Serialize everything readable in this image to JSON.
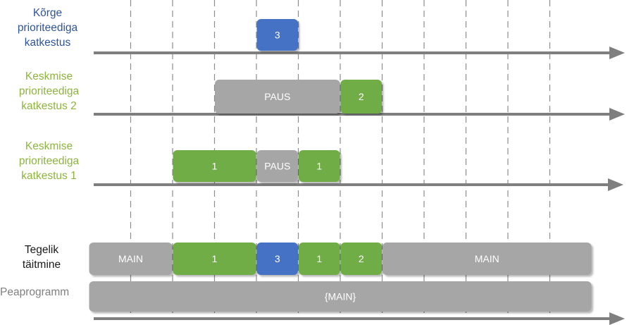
{
  "colors": {
    "high_label": "#2F5597",
    "mid_label": "#8DB43E",
    "dark_label": "#1a1a1a",
    "gray_label": "#7f7f7f",
    "blue_block": "#4472C4",
    "green_block": "#70AD47",
    "gray_block": "#A6A6A6",
    "axis": "#7f7f7f",
    "grid": "#8c8c8c"
  },
  "labels": {
    "high": [
      "Kõrge",
      "prioriteediga",
      "katkestus"
    ],
    "mid2": [
      "Keskmise",
      "prioriteediga",
      "katkestus 2"
    ],
    "mid1": [
      "Keskmise",
      "prioriteediga",
      "katkestus 1"
    ],
    "actual": [
      "Tegelik",
      "täitmine"
    ],
    "main": "Peaprogramm"
  },
  "rows": {
    "high": [
      {
        "label": "3",
        "color": "blue_block",
        "from": 4,
        "to": 5
      }
    ],
    "mid2": [
      {
        "label": "PAUS",
        "color": "gray_block",
        "from": 3,
        "to": 6
      },
      {
        "label": "2",
        "color": "green_block",
        "from": 6,
        "to": 7
      }
    ],
    "mid1": [
      {
        "label": "1",
        "color": "green_block",
        "from": 2,
        "to": 4
      },
      {
        "label": "PAUS",
        "color": "gray_block",
        "from": 4,
        "to": 5
      },
      {
        "label": "1",
        "color": "green_block",
        "from": 5,
        "to": 6
      }
    ],
    "actual": [
      {
        "label": "MAIN",
        "color": "gray_block",
        "from": 0,
        "to": 2
      },
      {
        "label": "1",
        "color": "green_block",
        "from": 2,
        "to": 4
      },
      {
        "label": "3",
        "color": "blue_block",
        "from": 4,
        "to": 5
      },
      {
        "label": "1",
        "color": "green_block",
        "from": 5,
        "to": 6
      },
      {
        "label": "2",
        "color": "green_block",
        "from": 6,
        "to": 7
      },
      {
        "label": "MAIN",
        "color": "gray_block",
        "from": 7,
        "to": 12
      }
    ],
    "main": [
      {
        "label": "{MAIN}",
        "color": "gray_block",
        "from": 0,
        "to": 12
      }
    ]
  }
}
